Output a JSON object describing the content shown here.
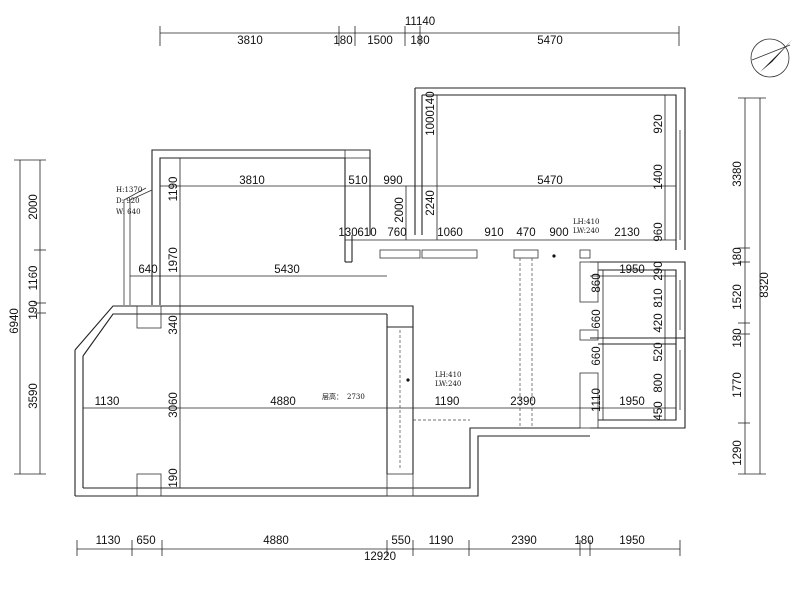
{
  "top_dims": {
    "total": "11140",
    "segments": [
      "3810",
      "180",
      "1500",
      "180",
      "5470"
    ]
  },
  "bottom_dims": {
    "total": "12920",
    "segments": [
      "1130",
      "650",
      "4880",
      "550",
      "1190",
      "2390",
      "180",
      "1950"
    ]
  },
  "left_dims": {
    "total": "6940",
    "segments": [
      "2000",
      "1160",
      "190",
      "3590"
    ]
  },
  "right_dims": {
    "total": "8320",
    "segments": [
      "3380",
      "180",
      "1520",
      "180",
      "1770",
      "1290"
    ]
  },
  "interior": {
    "upper_right_room": [
      "5470",
      "920",
      "1400",
      "960",
      "2240",
      "1000",
      "140"
    ],
    "upper_row": [
      "3810",
      "510",
      "990",
      "1190",
      "2000",
      "130",
      "610",
      "760",
      "1060",
      "910",
      "470",
      "900",
      "2130"
    ],
    "middle_row": [
      "640",
      "1970",
      "5430",
      "1950",
      "290",
      "860",
      "810",
      "1520"
    ],
    "lower_left": [
      "340",
      "3060",
      "4880",
      "1130",
      "190",
      "1190",
      "2390"
    ],
    "right_rooms": [
      "660",
      "420",
      "660",
      "520",
      "800",
      "1110",
      "1950",
      "450"
    ]
  },
  "window_note": {
    "line1": "H:1370",
    "line2": "D: 920",
    "line3": "W: 640"
  },
  "lh_note_upper": {
    "line1": "LH:410",
    "line2": "LW:240"
  },
  "lh_note_lower": {
    "line1": "LH:410",
    "line2": "LW:240"
  },
  "ceiling_label": "层高：",
  "ceiling_value": "2730",
  "north_arrow": "north-arrow-icon"
}
